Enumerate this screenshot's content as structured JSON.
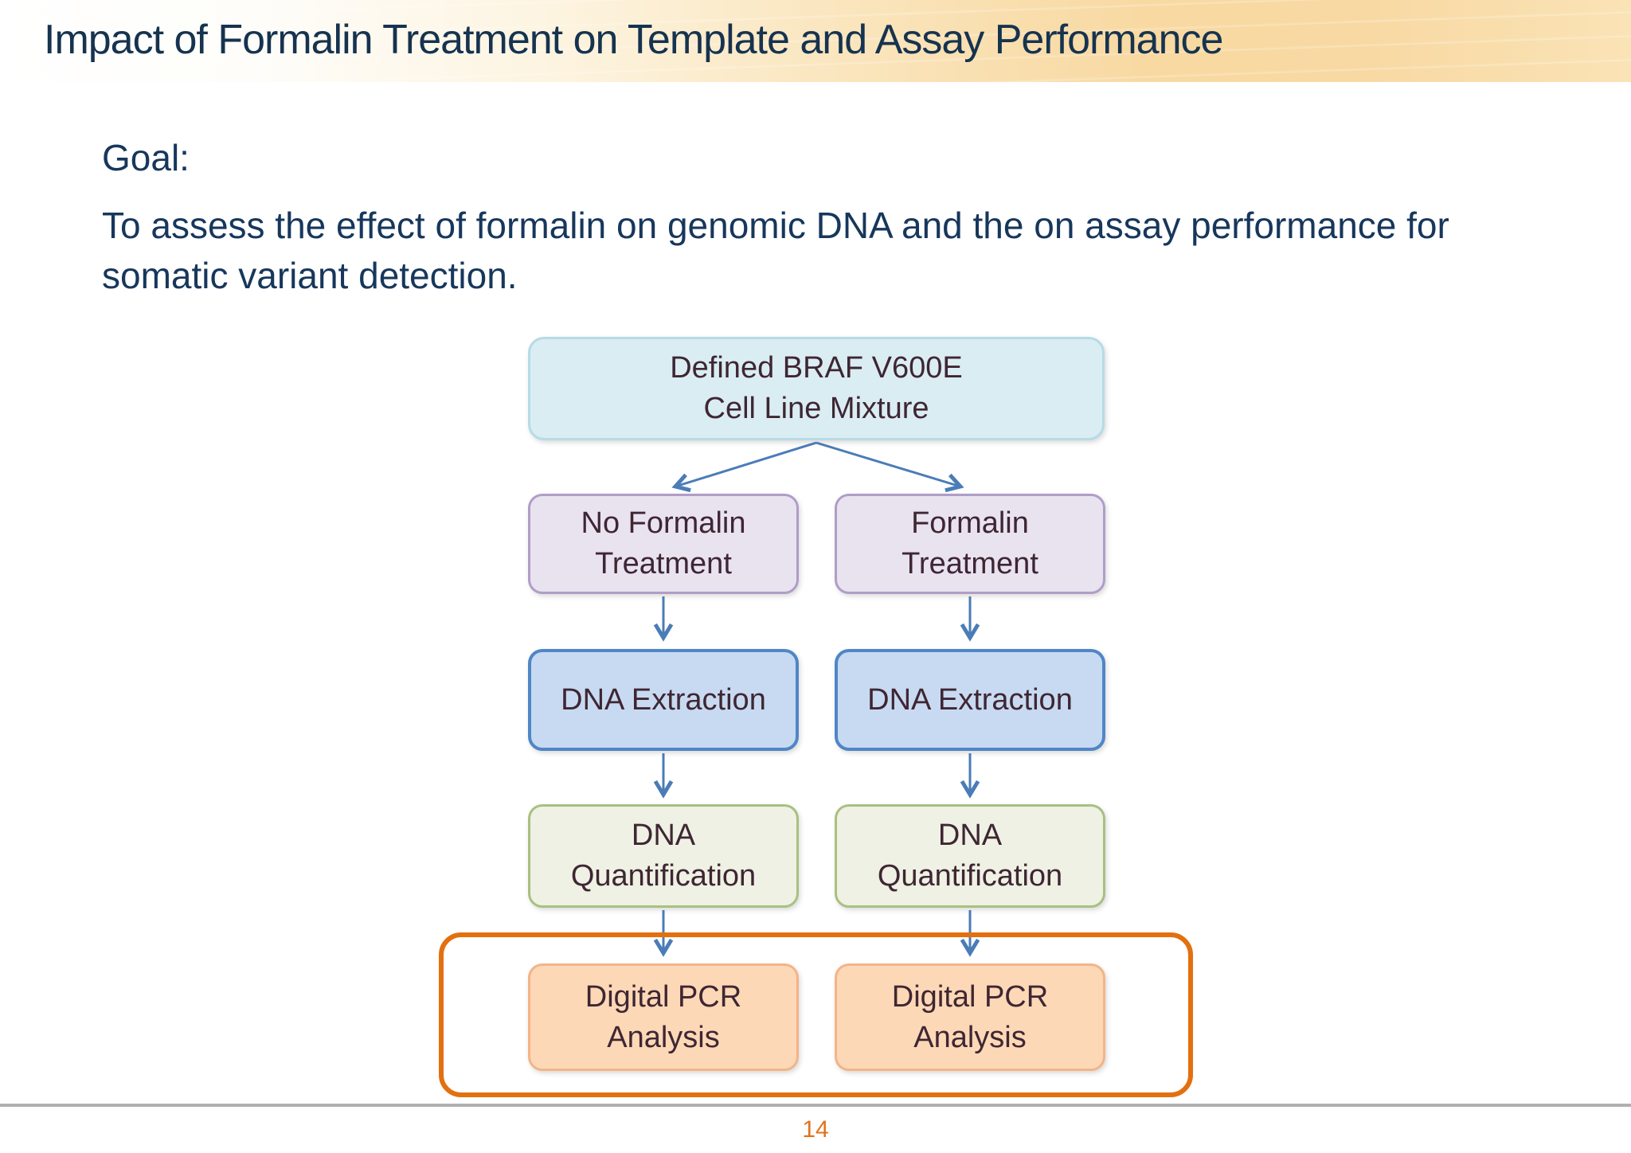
{
  "slide": {
    "title": "Impact of Formalin Treatment on Template and Assay Performance",
    "goal_label": "Goal:",
    "goal_text": "To assess the effect of formalin on genomic DNA and the on assay performance for\nsomatic variant detection.",
    "page_number": "14"
  },
  "flowchart": {
    "root_label": "Defined BRAF V600E\nCell Line Mixture",
    "columns": [
      {
        "treatment": "No Formalin\nTreatment",
        "extraction": "DNA Extraction",
        "quantification": "DNA\nQuantification",
        "analysis": "Digital PCR\nAnalysis"
      },
      {
        "treatment": "Formalin\nTreatment",
        "extraction": "DNA Extraction",
        "quantification": "DNA\nQuantification",
        "analysis": "Digital PCR\nAnalysis"
      }
    ]
  },
  "colors": {
    "title_text": "#16334f",
    "body_text": "#17375c",
    "node_text": "#3f2633",
    "header_peach": "#f8d9a2",
    "root_fill": "#daedf3",
    "root_border": "#b6dbe6",
    "treatment_fill": "#e9e3f0",
    "treatment_border": "#b09dc7",
    "extraction_fill": "#c7daf1",
    "extraction_border": "#4f86c6",
    "quantification_fill": "#eef1e3",
    "quantification_border": "#a9c080",
    "analysis_fill": "#fcd8b6",
    "analysis_border": "#f3b488",
    "arrow": "#4a7cb8",
    "highlight_outline": "#e3700f",
    "page_number": "#e0731d",
    "footer_line": "#b0b0b0"
  }
}
